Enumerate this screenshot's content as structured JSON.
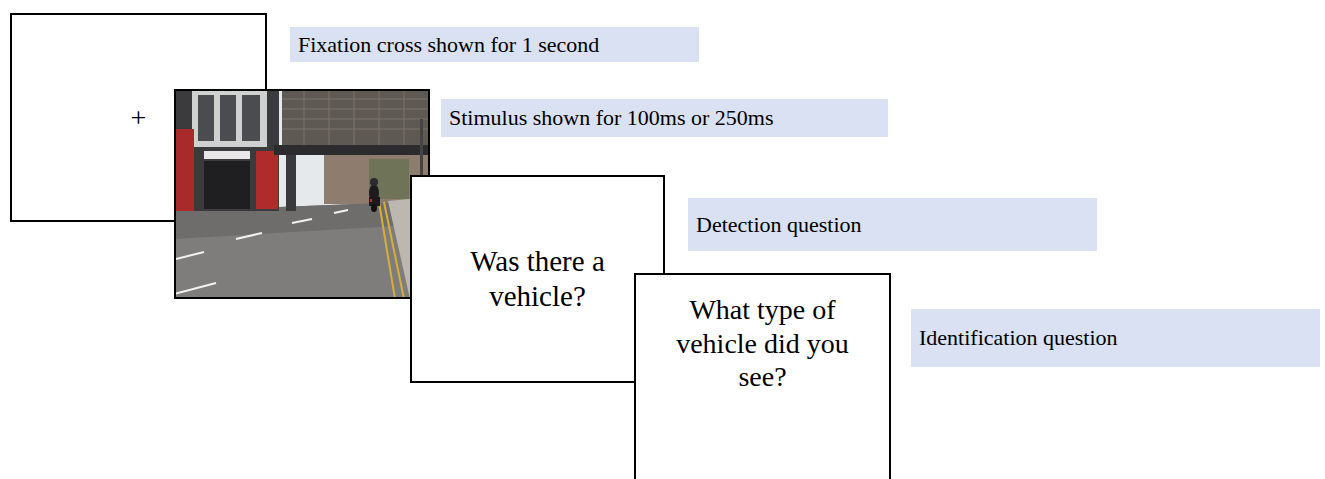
{
  "diagram": {
    "nodes": [
      {
        "text": [
          "+"
        ]
      },
      {
        "text": [
          "Fixation cross shown for 1 second"
        ]
      },
      {
        "text": [
          "Stimulus shown for 100ms or 250ms"
        ]
      },
      {
        "text": [
          "Was there a vehicle?"
        ]
      },
      {
        "text": [
          "Detection question"
        ]
      },
      {
        "text": [
          "What type of vehicle did you see?"
        ]
      },
      {
        "text": [
          "Identification question"
        ]
      }
    ]
  }
}
